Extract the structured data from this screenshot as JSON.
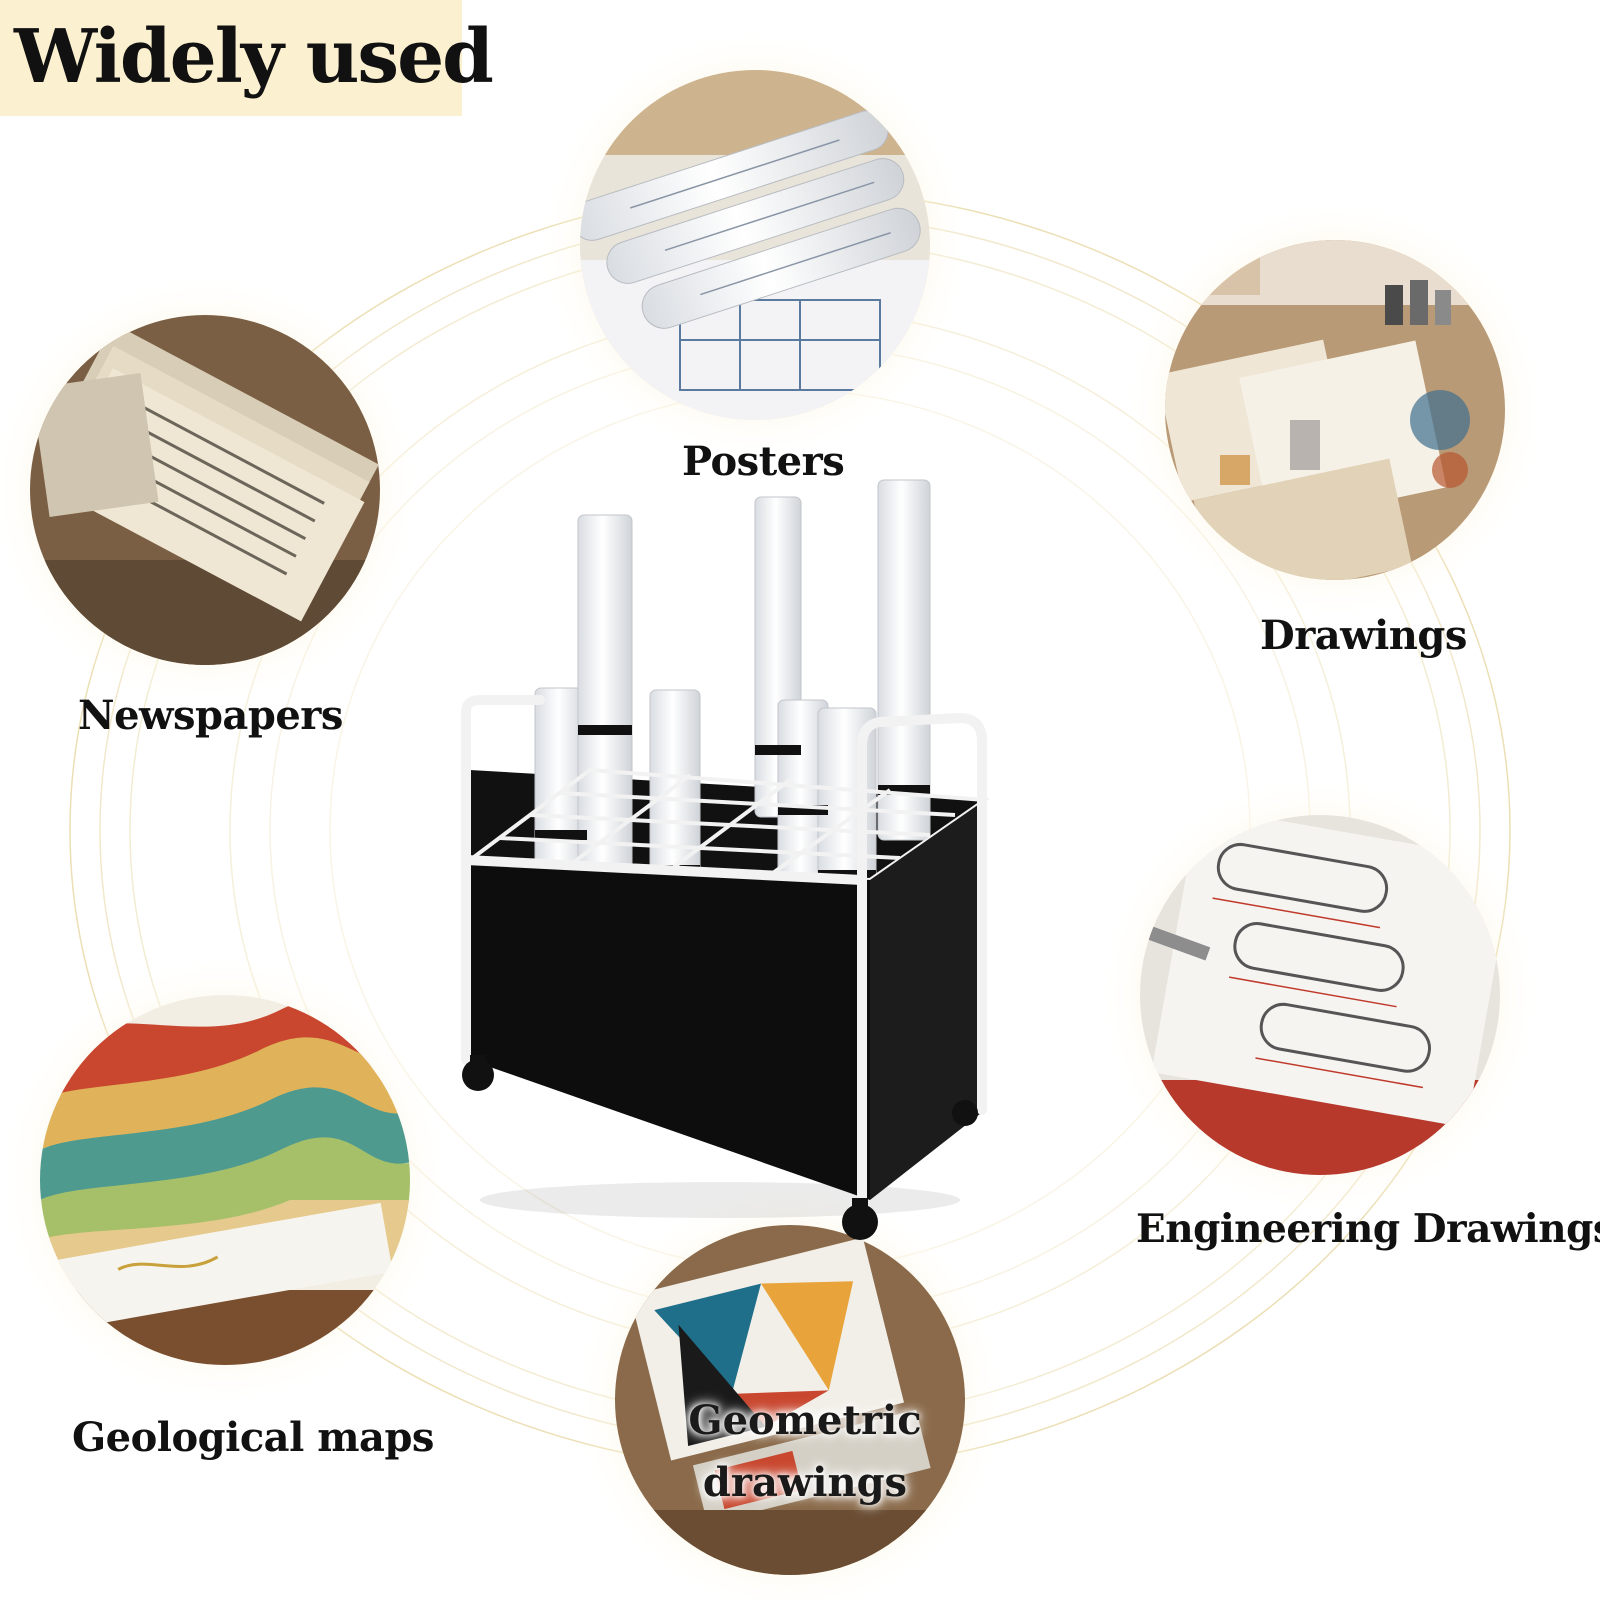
{
  "title": "Widely used",
  "uses": {
    "posters": "Posters",
    "drawings": "Drawings",
    "newspapers": "Newspapers",
    "engineering": "Engineering Drawings",
    "geological": "Geological maps",
    "geometric_line1": "Geometric",
    "geometric_line2": "drawings"
  },
  "colors": {
    "title_bg": "#fbf0cf",
    "ring": "#eadcae",
    "cart_frame": "#f2f2f2",
    "cart_body": "#0d0d0d"
  }
}
